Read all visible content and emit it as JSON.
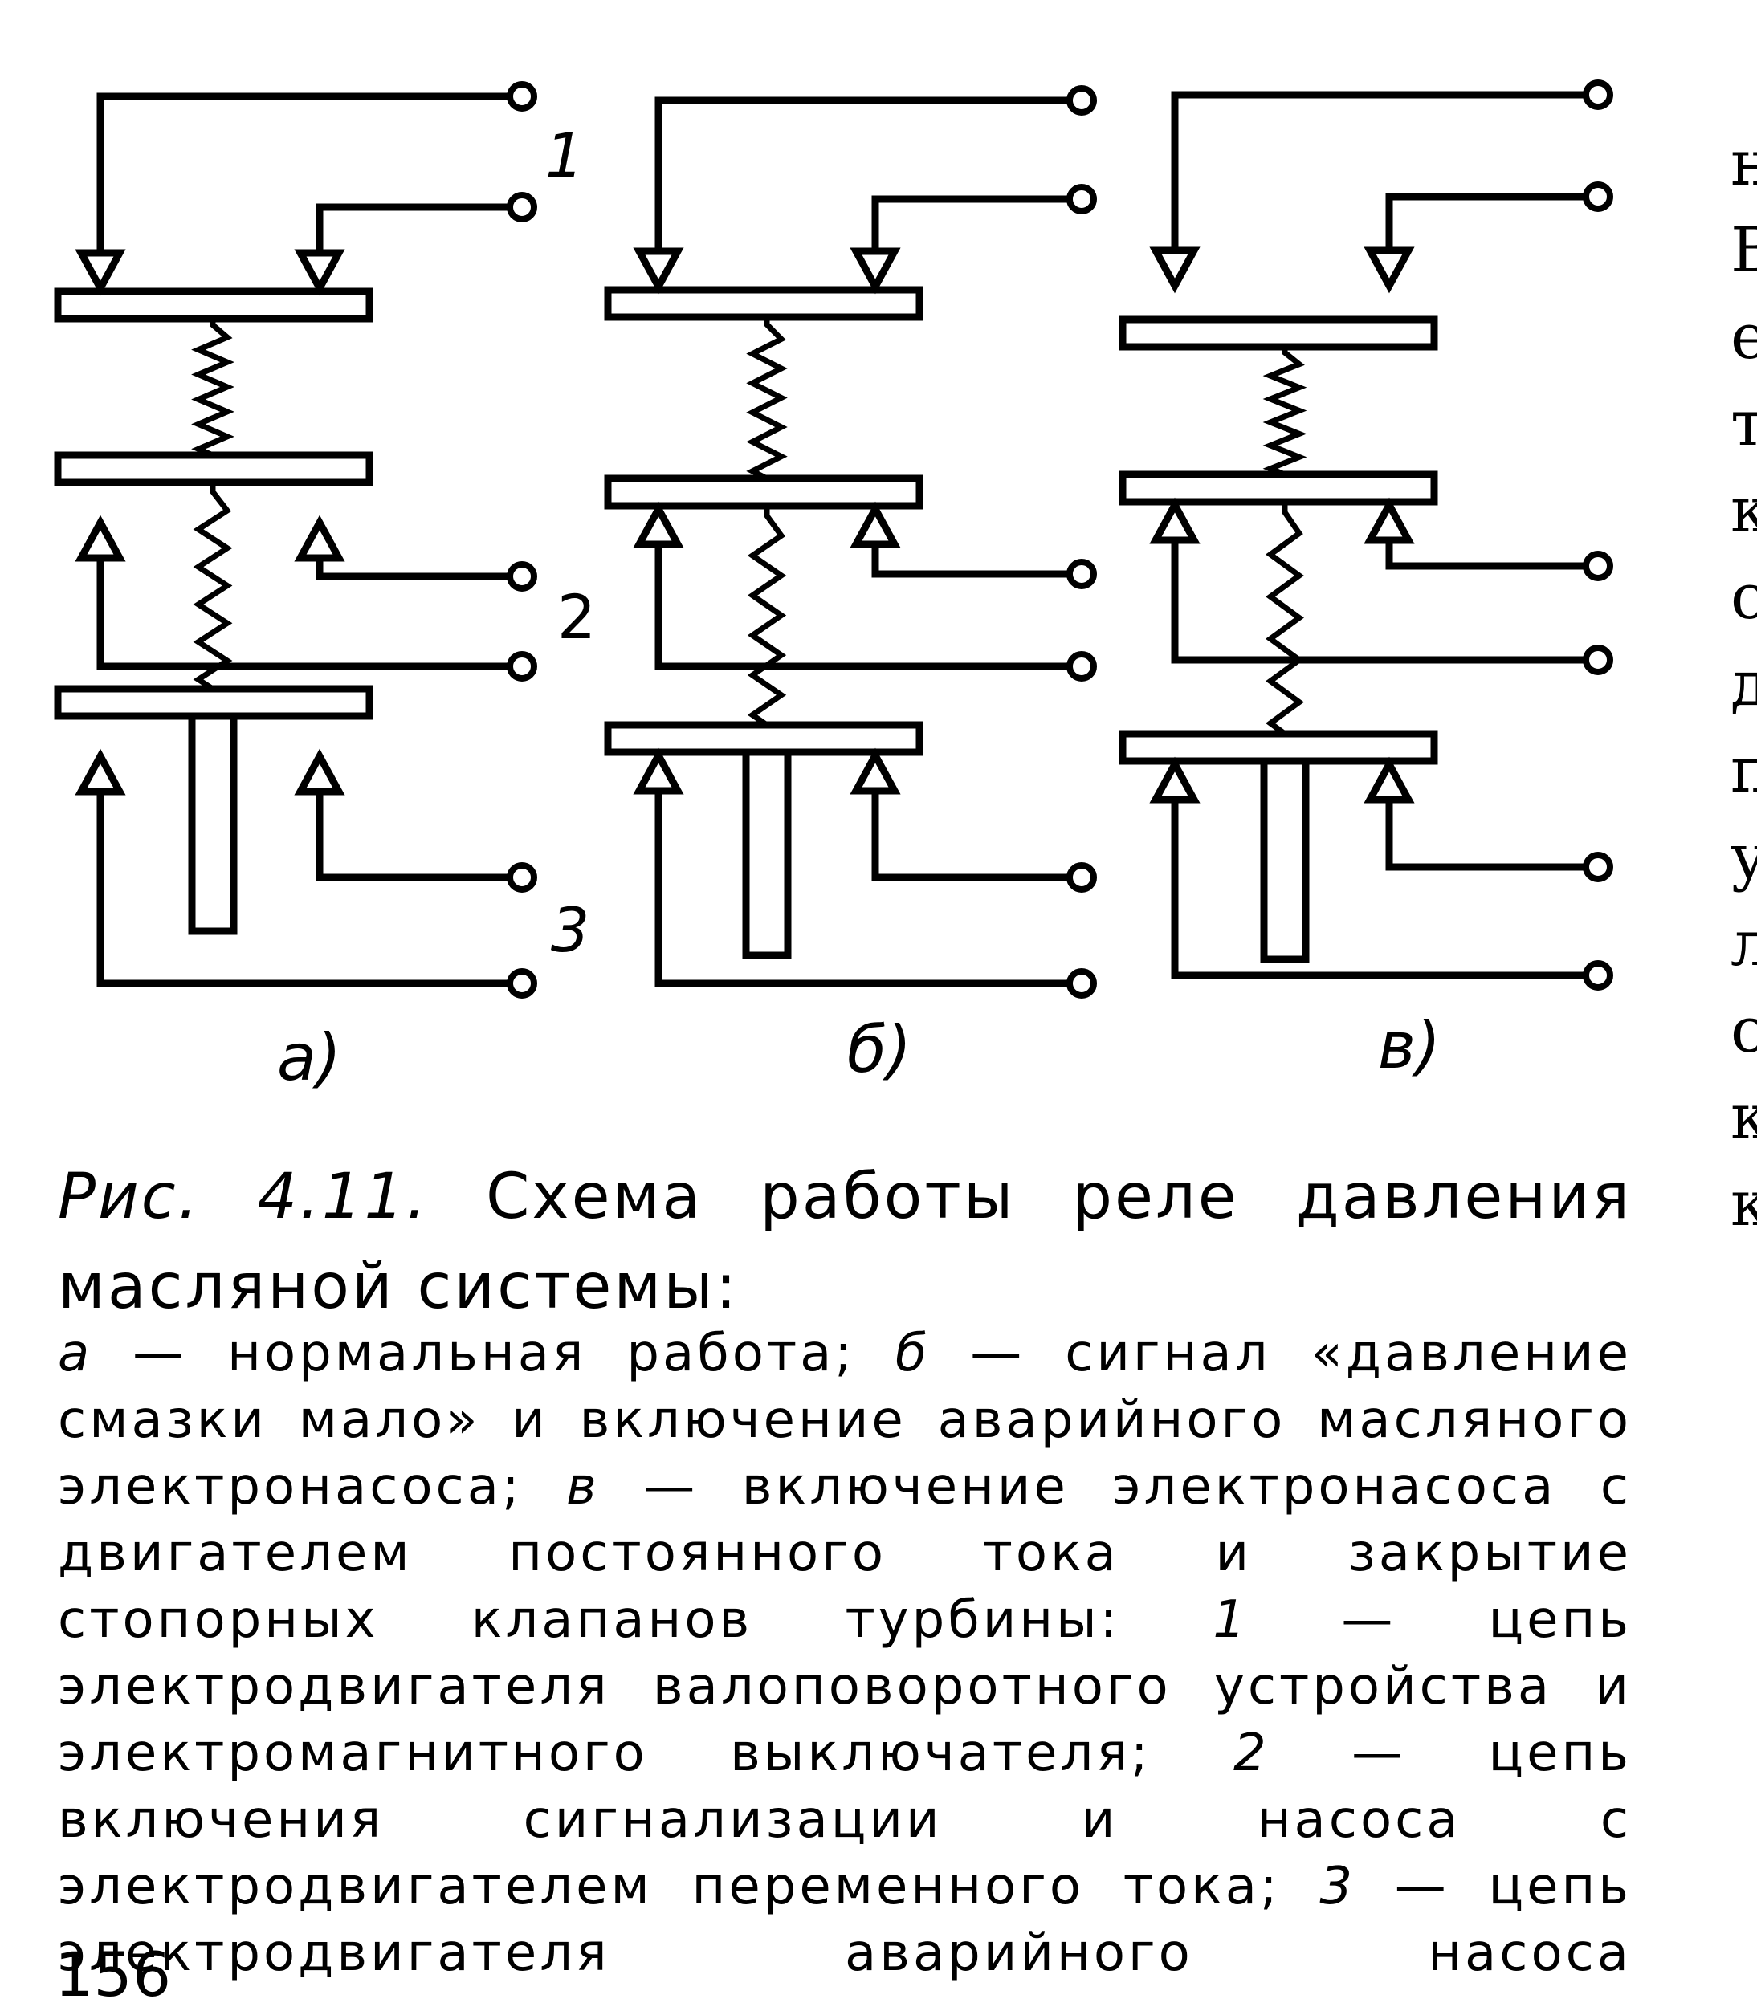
{
  "figure": {
    "terminal_labels": [
      "1",
      "2",
      "3"
    ],
    "panels": [
      {
        "id": "a",
        "label": "а)"
      },
      {
        "id": "b",
        "label": "б)"
      },
      {
        "id": "v",
        "label": "в)"
      }
    ]
  },
  "caption": {
    "figure_label": "Рис. 4.11.",
    "title": "Схема работы реле давления масляной системы:",
    "body": [
      {
        "t": "а",
        "italic": true
      },
      {
        "t": " — нормальная работа; "
      },
      {
        "t": "б",
        "italic": true
      },
      {
        "t": " — сигнал «давление смазки мало» и включение аварийного масляного электронасоса; "
      },
      {
        "t": "в",
        "italic": true
      },
      {
        "t": " — включение электронасоса с двигателем постоянного тока и закрытие стопорных клапанов турбины: "
      },
      {
        "t": "1",
        "italic": true
      },
      {
        "t": " — цепь электродвигателя валоповоротного устройства и электромагнитного выключателя; "
      },
      {
        "t": "2",
        "italic": true
      },
      {
        "t": " — цепь включения сигнализации и насоса с электродвигателем переменного тока; "
      },
      {
        "t": "3",
        "italic": true
      },
      {
        "t": " — цепь электродвигателя аварийного насоса"
      }
    ]
  },
  "page_number": "156",
  "edge_fragments": "н\nВ\nе\nт\nк\nс\nд\nп\nу\nл\nс\nк\nк"
}
